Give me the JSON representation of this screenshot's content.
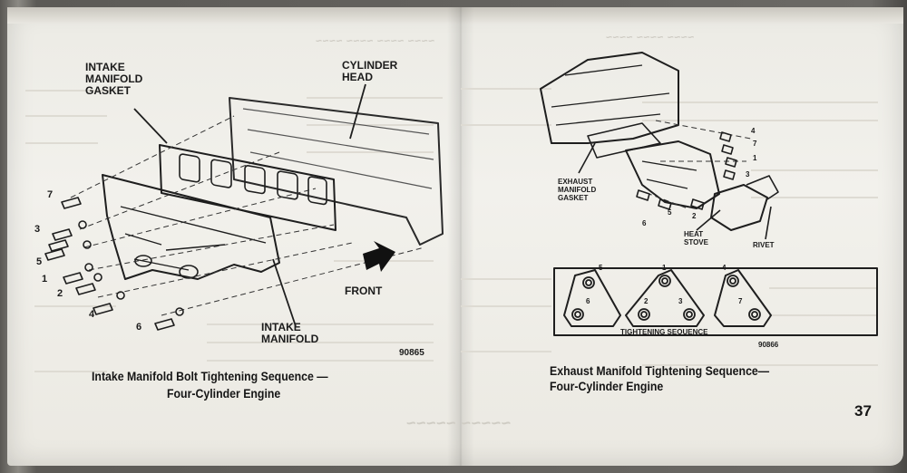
{
  "left_figure": {
    "labels": {
      "intake_manifold_gasket": "INTAKE\nMANIFOLD\nGASKET",
      "cylinder_head": "CYLINDER\nHEAD",
      "front": "FRONT",
      "intake_manifold": "INTAKE\nMANIFOLD",
      "figure_number": "90865"
    },
    "bolt_numbers": [
      "7",
      "3",
      "5",
      "1",
      "2",
      "4",
      "6"
    ],
    "caption_line1": "Intake Manifold Bolt Tightening Sequence —",
    "caption_line2": "Four-Cylinder Engine"
  },
  "right_figure": {
    "labels": {
      "exhaust_manifold_gasket": "EXHAUST\nMANIFOLD\nGASKET",
      "heat_stove": "HEAT\nSTOVE",
      "rivet": "RIVET",
      "tightening_sequence": "TIGHTENING SEQUENCE",
      "figure_number": "90866"
    },
    "bolt_numbers_top": [
      "4",
      "7",
      "1",
      "3"
    ],
    "bolt_numbers_bottom": [
      "6",
      "5",
      "2"
    ],
    "sequence_numbers": [
      "5",
      "1",
      "4",
      "6",
      "2",
      "3",
      "7"
    ],
    "caption_line1": "Exhaust Manifold Tightening Sequence—",
    "caption_line2": "Four-Cylinder Engine"
  },
  "page_number": "37",
  "colors": {
    "paper": "#efeee8",
    "ink": "#1b1b1b",
    "bleed": "#cfccc4"
  }
}
